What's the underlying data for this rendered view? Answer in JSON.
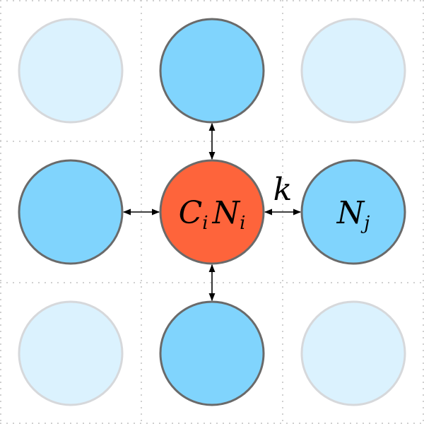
{
  "grid": {
    "rows": 3,
    "cols": 3,
    "line_color": "#d0d0d0"
  },
  "colors": {
    "faded_fill": "#dbf2fe",
    "faded_stroke": "#d6d8db",
    "neighbor_fill": "#80d4fd",
    "center_fill": "#fe643b",
    "node_stroke": "#6a6a6a",
    "arrow_color": "#000000"
  },
  "nodes": [
    {
      "id": "top-left",
      "row": 0,
      "col": 0,
      "kind": "faded"
    },
    {
      "id": "top",
      "row": 0,
      "col": 1,
      "kind": "neighbor"
    },
    {
      "id": "top-right",
      "row": 0,
      "col": 2,
      "kind": "faded"
    },
    {
      "id": "left",
      "row": 1,
      "col": 0,
      "kind": "neighbor"
    },
    {
      "id": "center",
      "row": 1,
      "col": 1,
      "kind": "center"
    },
    {
      "id": "right",
      "row": 1,
      "col": 2,
      "kind": "neighbor"
    },
    {
      "id": "bottom-left",
      "row": 2,
      "col": 0,
      "kind": "faded"
    },
    {
      "id": "bottom",
      "row": 2,
      "col": 1,
      "kind": "neighbor"
    },
    {
      "id": "bottom-right",
      "row": 2,
      "col": 2,
      "kind": "faded"
    }
  ],
  "labels": {
    "center": {
      "c": "C",
      "c_sub": "i",
      "n": "N",
      "n_sub": "i"
    },
    "right": {
      "n": "N",
      "n_sub": "j"
    },
    "edge_k": "k"
  },
  "edges": [
    {
      "from": "center",
      "to": "top"
    },
    {
      "from": "center",
      "to": "bottom"
    },
    {
      "from": "center",
      "to": "left"
    },
    {
      "from": "center",
      "to": "right"
    }
  ]
}
